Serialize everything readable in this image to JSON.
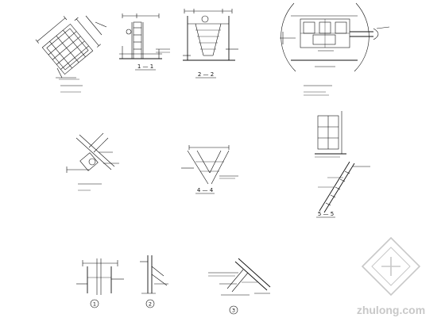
{
  "sheet": {
    "background": "#ffffff",
    "line_color": "#111111",
    "watermark_color": "#c8c8c8"
  },
  "sections": {
    "s1_1": "1 — 1",
    "s2_2": "2 — 2",
    "s4_4": "4 — 4",
    "s5_5": "5 — 5"
  },
  "details": [
    "1",
    "2",
    "3"
  ],
  "watermark": {
    "text": "zhulong.com",
    "logo_icon": "zhulong-logo-icon"
  }
}
